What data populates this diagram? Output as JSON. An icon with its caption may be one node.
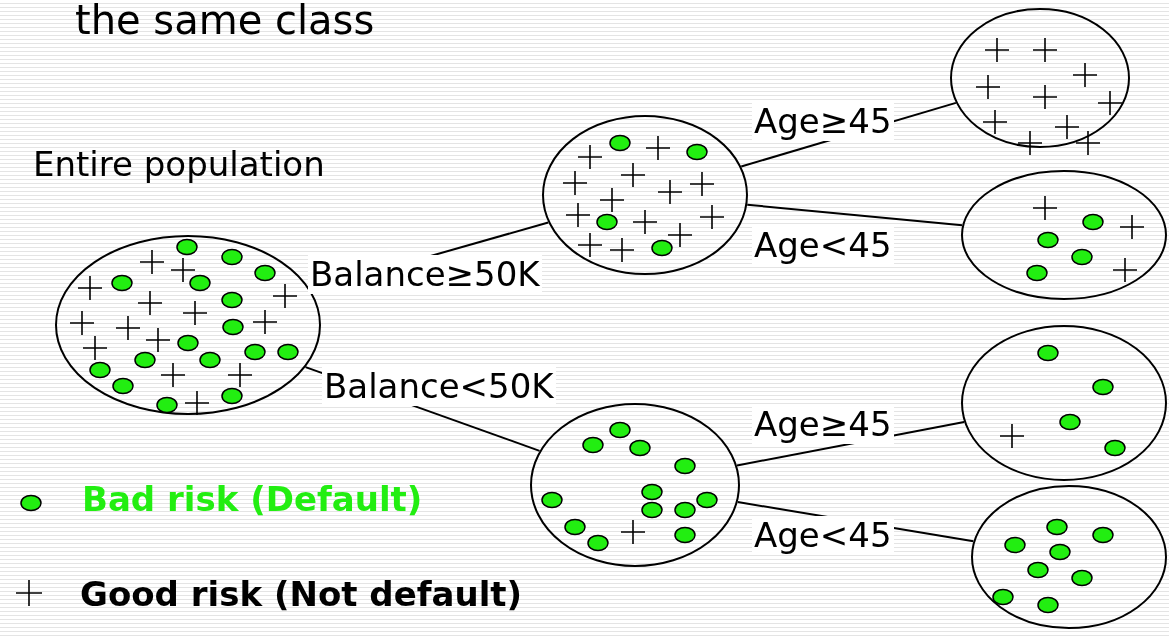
{
  "diagram": {
    "title": "the same class",
    "nodes": [
      {
        "text": [],
        "shape": "ellipse",
        "beside": [
          "Entire population"
        ]
      },
      {
        "text": [],
        "shape": "ellipse"
      },
      {
        "text": [],
        "shape": "ellipse"
      },
      {
        "text": [],
        "shape": "ellipse"
      },
      {
        "text": [],
        "shape": "ellipse"
      },
      {
        "text": [],
        "shape": "ellipse"
      },
      {
        "text": [],
        "shape": "ellipse"
      }
    ],
    "edges": [
      {
        "from": 0,
        "to": 1,
        "arrow": "none",
        "label": "Balance≥50K"
      },
      {
        "from": 0,
        "to": 2,
        "arrow": "none",
        "label": "Balance<50K"
      },
      {
        "from": 1,
        "to": 3,
        "arrow": "none",
        "label": "Age≥45"
      },
      {
        "from": 1,
        "to": 4,
        "arrow": "none",
        "label": "Age<45"
      },
      {
        "from": 2,
        "to": 5,
        "arrow": "none",
        "label": "Age≥45"
      },
      {
        "from": 2,
        "to": 6,
        "arrow": "none",
        "label": "Age<45"
      }
    ],
    "legend": [
      {
        "text": "Bad risk (Default)"
      },
      {
        "text": "Good risk (Not default)"
      }
    ]
  }
}
